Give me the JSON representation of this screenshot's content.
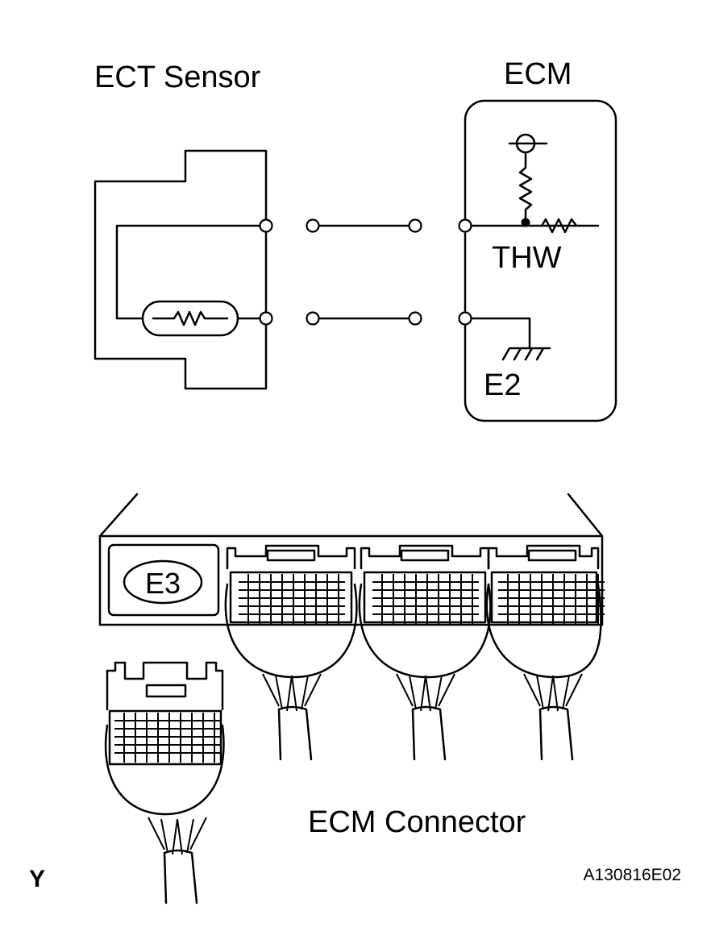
{
  "labels": {
    "ect_sensor": "ECT Sensor",
    "ecm": "ECM",
    "thw": "THW",
    "e2": "E2",
    "connector_code": "E3",
    "ecm_connector": "ECM Connector",
    "corner_mark": "Y",
    "figure_code": "A130816E02"
  },
  "colors": {
    "line": "#000000",
    "background": "#ffffff"
  }
}
